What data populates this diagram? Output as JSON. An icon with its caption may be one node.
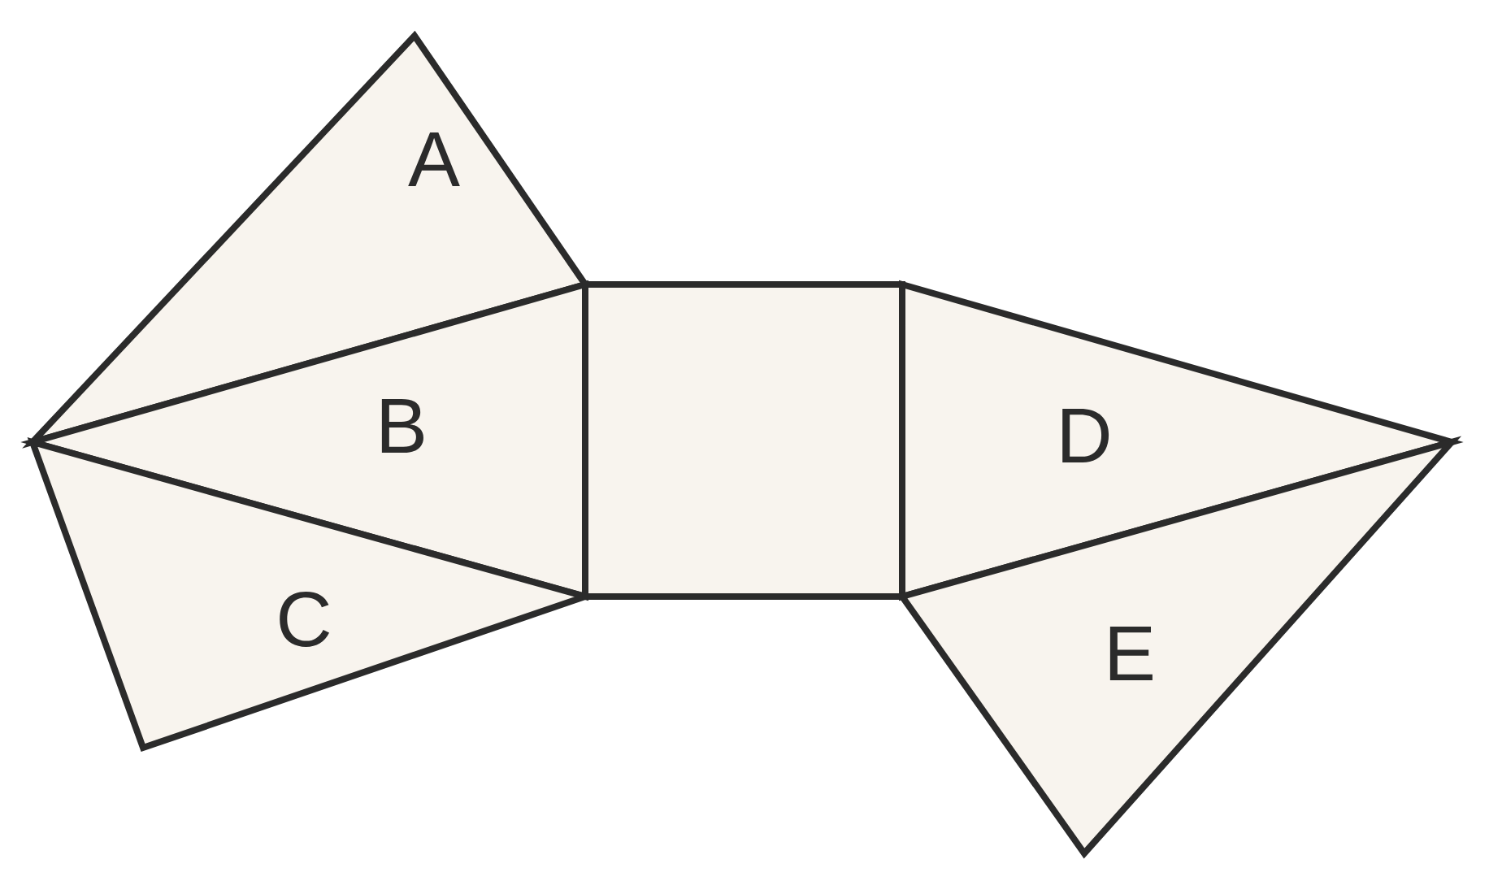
{
  "diagram": {
    "nodes": [
      {
        "text": [
          "A"
        ]
      },
      {
        "text": [
          "B"
        ]
      },
      {
        "text": [
          "C"
        ]
      },
      {
        "text": [],
        "shape": "box"
      },
      {
        "text": [
          "D"
        ]
      },
      {
        "text": [
          "E"
        ]
      }
    ]
  }
}
